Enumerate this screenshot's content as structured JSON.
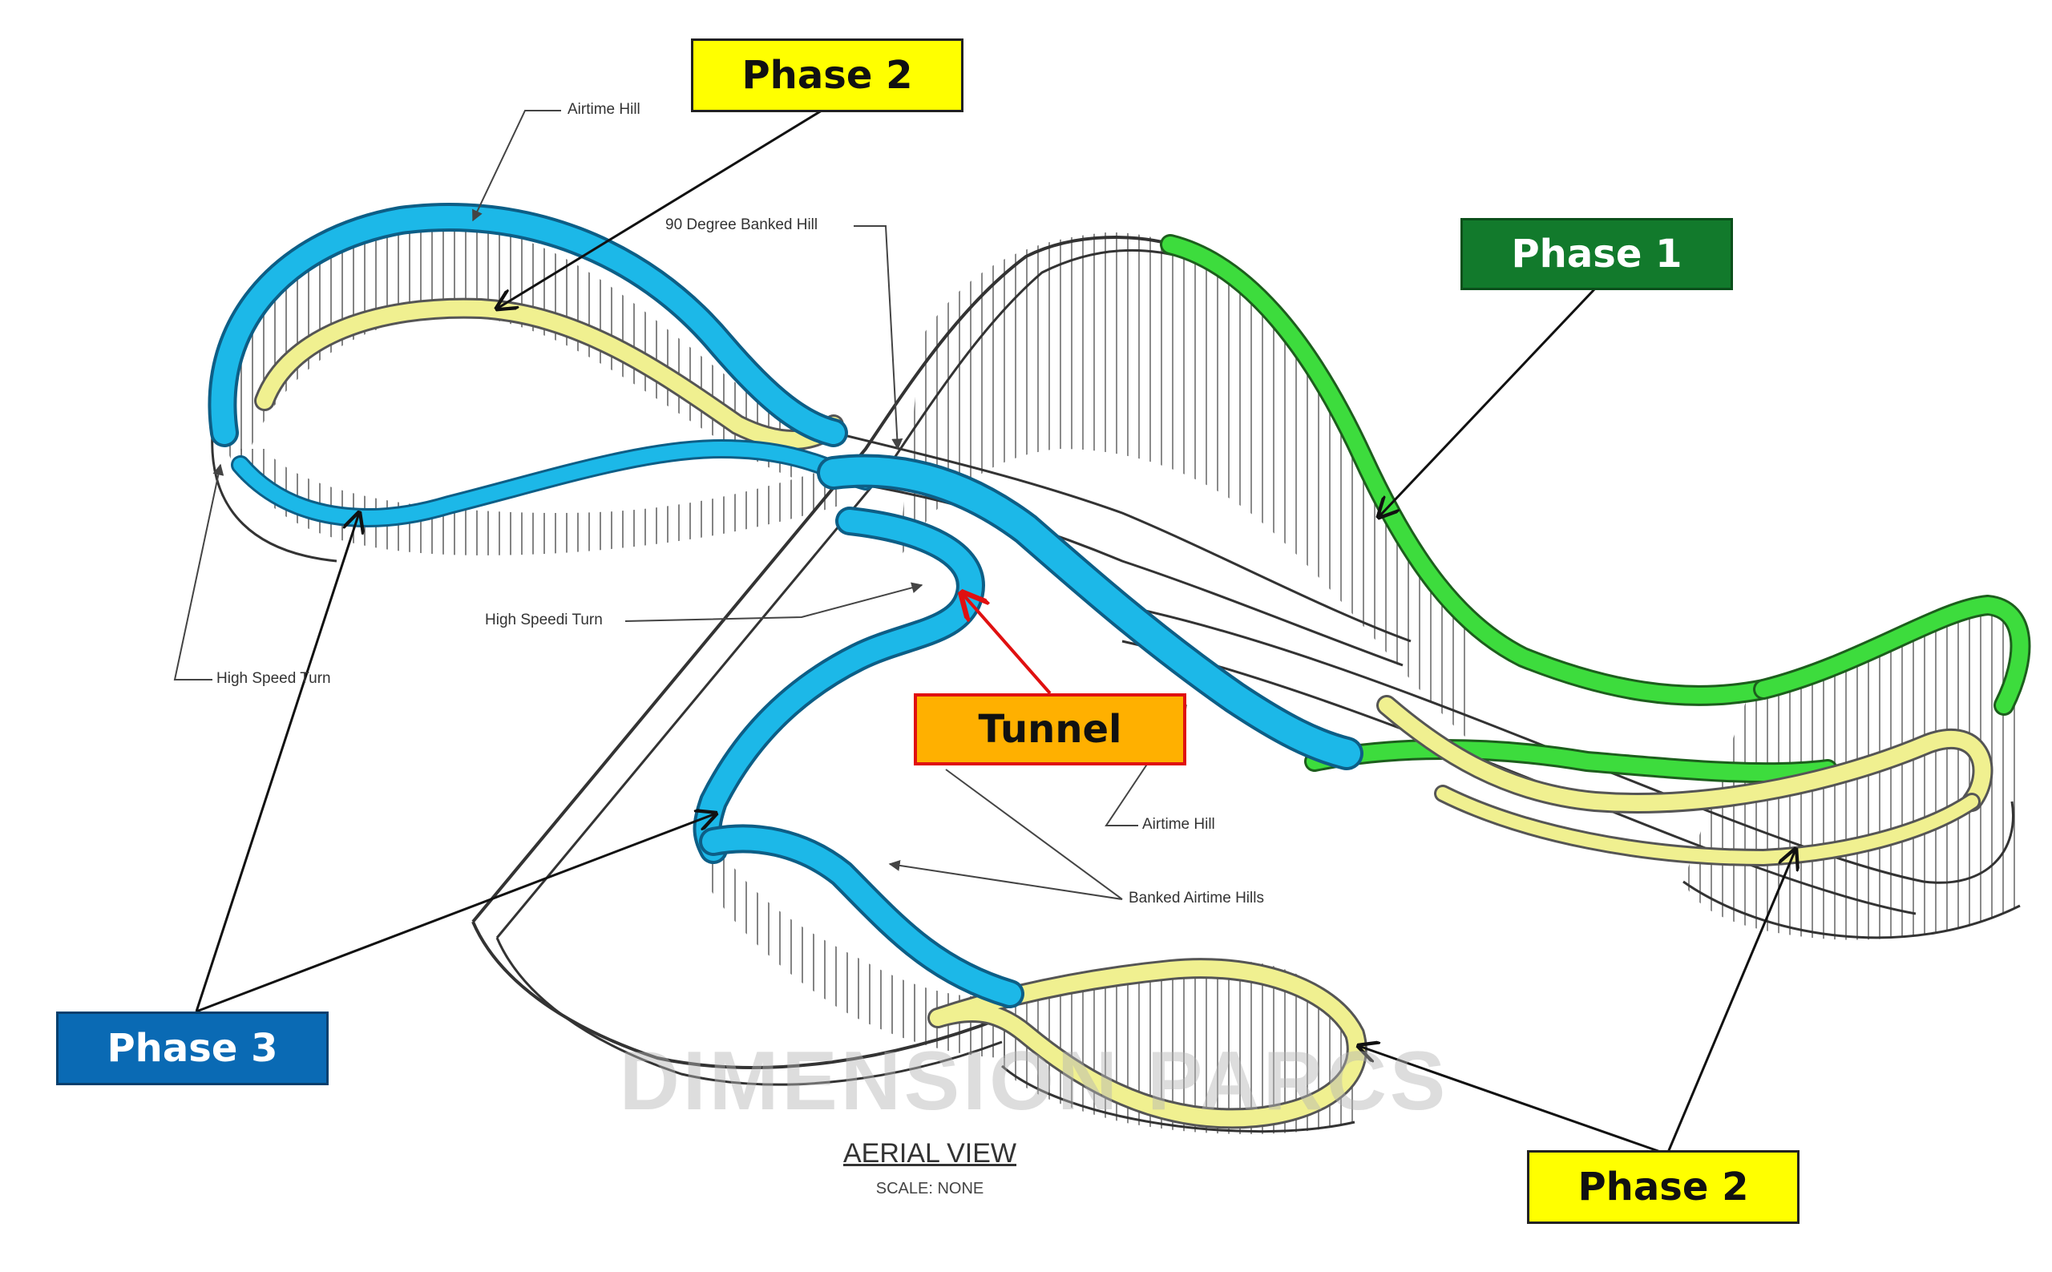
{
  "diagram": {
    "callouts": {
      "phase2_top": "Phase 2",
      "phase1": "Phase 1",
      "tunnel": "Tunnel",
      "phase3": "Phase 3",
      "phase2_bottom": "Phase 2"
    },
    "labels": {
      "airtime_hill_top": "Airtime Hill",
      "banked_hill": "90 Degree Banked Hill",
      "high_speed_turn_center": "High Speedi Turn",
      "high_speed_turn_left": "High Speed Turn",
      "airtime_hill_center": "Airtime Hill",
      "banked_airtime_hills": "Banked Airtime Hills"
    },
    "watermark": "DIMENSION PARCS",
    "view_title": "AERIAL VIEW",
    "scale_note": "SCALE: NONE",
    "colors": {
      "phase1": "#3ddc3d",
      "phase2": "#f0f090",
      "phase3": "#1cb8e8",
      "track_outline": "#333333",
      "tunnel_arrow": "#e01010"
    }
  }
}
